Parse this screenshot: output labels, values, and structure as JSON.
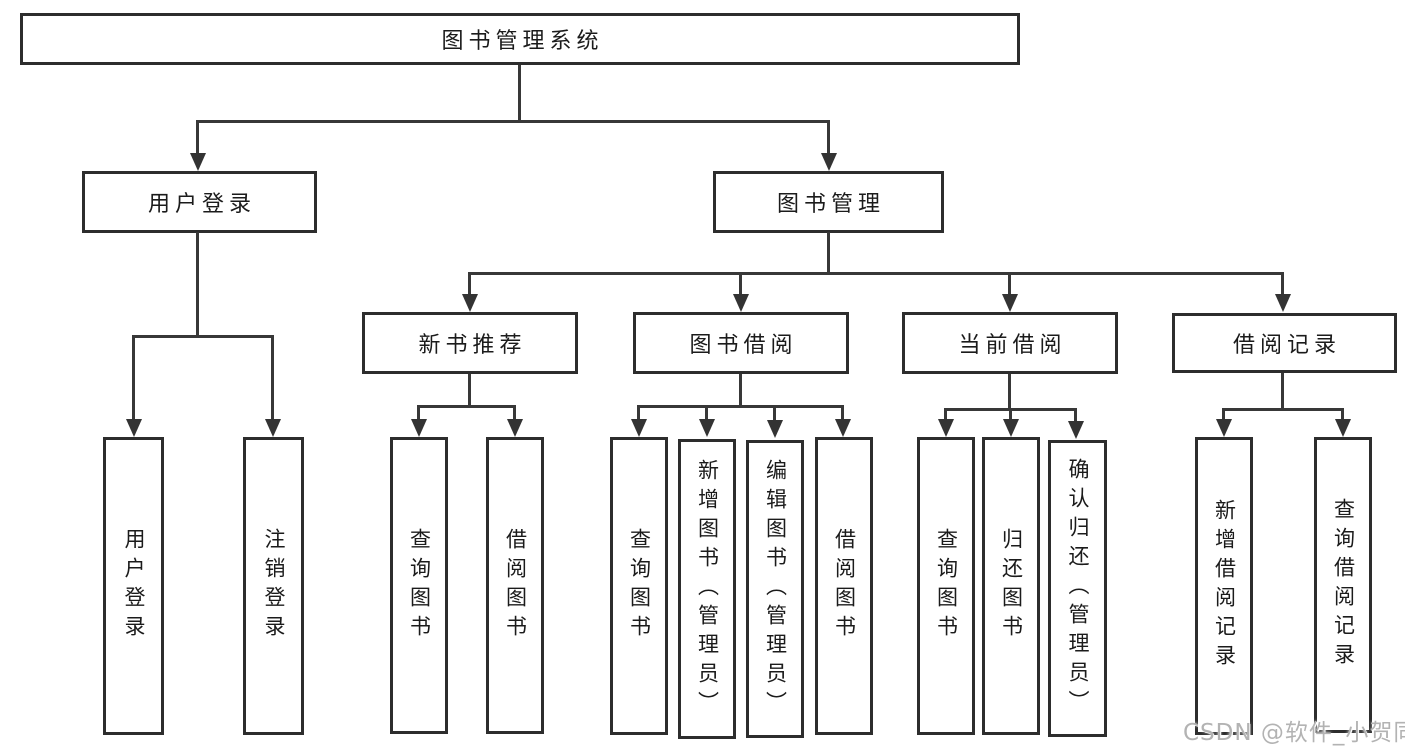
{
  "diagram": {
    "title": "图书管理系统",
    "branches": {
      "user_login": {
        "label": "用户登录",
        "children": {
          "login": "用户登录",
          "logout": "注销登录"
        }
      },
      "book_mgmt": {
        "label": "图书管理",
        "sections": {
          "new_book": {
            "label": "新书推荐",
            "children": {
              "query": "查询图书",
              "borrow": "借阅图书"
            }
          },
          "book_borrow": {
            "label": "图书借阅",
            "children": {
              "query": "查询图书",
              "add": "新增图书（管理员）",
              "edit": "编辑图书（管理员）",
              "borrow": "借阅图书"
            }
          },
          "current_borrow": {
            "label": "当前借阅",
            "children": {
              "query": "查询图书",
              "return": "归还图书",
              "confirm": "确认归还（管理员）"
            }
          },
          "borrow_records": {
            "label": "借阅记录",
            "children": {
              "add": "新增借阅记录",
              "query": "查询借阅记录"
            }
          }
        }
      }
    }
  },
  "watermark": {
    "text": "CSDN @软件_小贺同学"
  },
  "colors": {
    "background": "#ffffff",
    "box_border": "#2d2d2d",
    "line": "#383838",
    "text": "#1b1b1b",
    "watermark": "#b3b3b3"
  }
}
